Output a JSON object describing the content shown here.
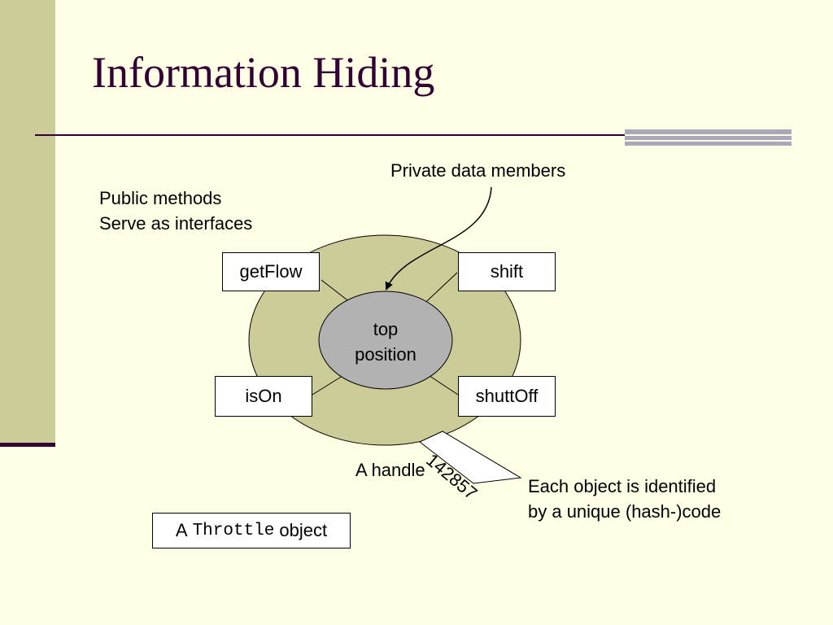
{
  "slide": {
    "title": "Information Hiding"
  },
  "diagram": {
    "private_label": "Private data members",
    "public_label_line1": "Public methods",
    "public_label_line2": "Serve as interfaces",
    "methods": {
      "top_left": "getFlow",
      "top_right": "shift",
      "bottom_left": "isOn",
      "bottom_right": "shuttOff"
    },
    "data_members": {
      "line1": "top",
      "line2": "position"
    },
    "handle_code": "142857",
    "handle_label": "A handle",
    "identity_note_line1": "Each object is identified",
    "identity_note_line2": "by a unique (hash-)code",
    "object_caption_prefix": "A",
    "object_caption_class": "Throttle",
    "object_caption_suffix": "object"
  },
  "colors": {
    "background": "#FFFFE5",
    "sidebar": "#CCCC99",
    "title": "#330033",
    "outer_ellipse": "#CCCC99",
    "inner_ellipse": "#B2B2B2"
  }
}
